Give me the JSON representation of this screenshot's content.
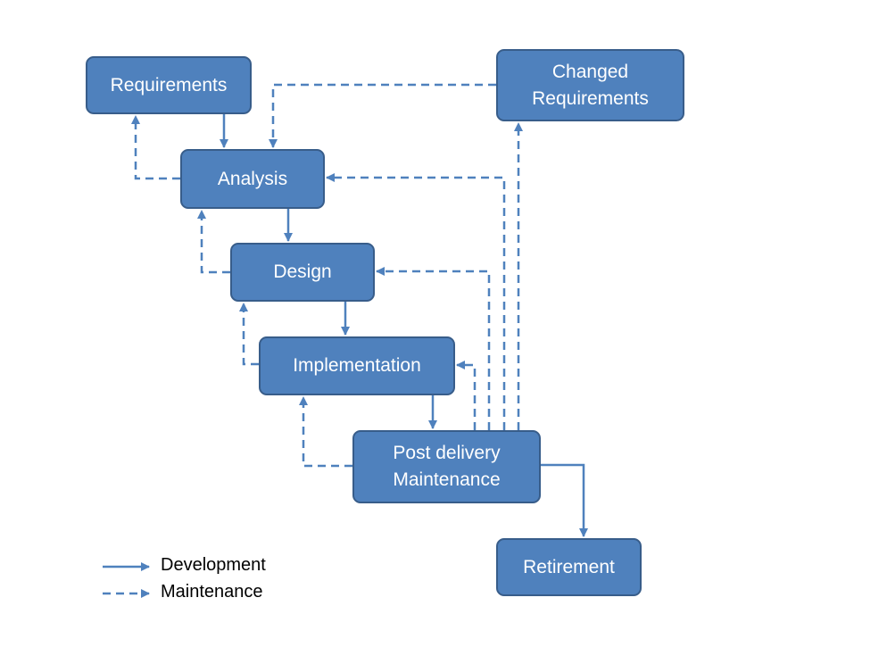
{
  "colors": {
    "box_fill": "#4f81bd",
    "box_border": "#385d8a",
    "connector": "#4f81bd",
    "box_text": "#ffffff"
  },
  "nodes": {
    "requirements": "Requirements",
    "changed_requirements_line1": "Changed",
    "changed_requirements_line2": "Requirements",
    "analysis": "Analysis",
    "design": "Design",
    "implementation": "Implementation",
    "post_delivery_line1": "Post delivery",
    "post_delivery_line2": "Maintenance",
    "retirement": "Retirement"
  },
  "legend": {
    "development": "Development",
    "maintenance": "Maintenance"
  },
  "edges": [
    {
      "from": "requirements",
      "to": "analysis",
      "style": "solid"
    },
    {
      "from": "analysis",
      "to": "design",
      "style": "solid"
    },
    {
      "from": "design",
      "to": "implementation",
      "style": "solid"
    },
    {
      "from": "implementation",
      "to": "post_delivery",
      "style": "solid"
    },
    {
      "from": "post_delivery",
      "to": "retirement",
      "style": "solid"
    },
    {
      "from": "analysis",
      "to": "requirements",
      "style": "dashed"
    },
    {
      "from": "design",
      "to": "analysis",
      "style": "dashed"
    },
    {
      "from": "implementation",
      "to": "design",
      "style": "dashed"
    },
    {
      "from": "post_delivery",
      "to": "implementation",
      "style": "dashed"
    },
    {
      "from": "changed_requirements",
      "to": "analysis",
      "style": "dashed"
    },
    {
      "from": "post_delivery",
      "to": "changed_requirements",
      "style": "dashed"
    },
    {
      "from": "post_delivery",
      "to": "analysis",
      "style": "dashed"
    },
    {
      "from": "post_delivery",
      "to": "design",
      "style": "dashed"
    },
    {
      "from": "post_delivery",
      "to": "implementation",
      "style": "dashed"
    }
  ]
}
